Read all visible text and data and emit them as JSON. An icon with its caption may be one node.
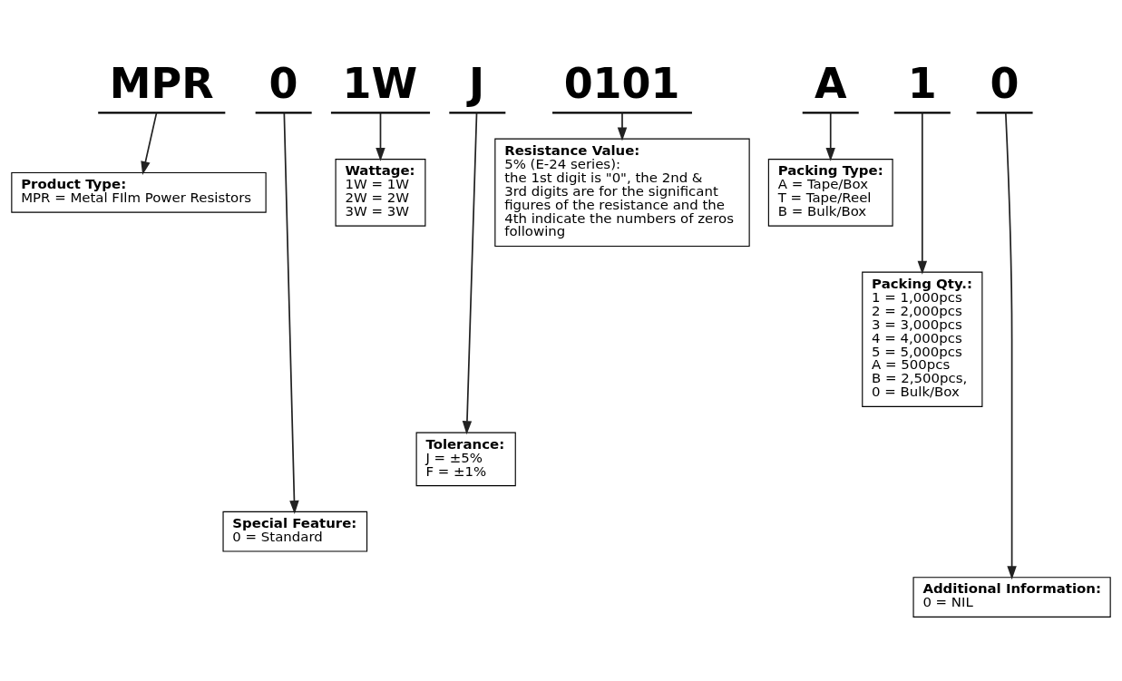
{
  "diagram": {
    "nodes": [
      {
        "text": [
          "MPR"
        ]
      },
      {
        "text": [
          "0"
        ]
      },
      {
        "text": [
          "1W"
        ]
      },
      {
        "text": [
          "J"
        ]
      },
      {
        "text": [
          "0101"
        ]
      },
      {
        "text": [
          "A"
        ]
      },
      {
        "text": [
          "1"
        ]
      },
      {
        "text": [
          "0"
        ]
      },
      {
        "text": [
          "Product Type:",
          "MPR = Metal FIlm Power Resistors"
        ]
      },
      {
        "text": [
          "Special Feature:",
          "0 = Standard"
        ]
      },
      {
        "text": [
          "Wattage:",
          "1W = 1W",
          "2W = 2W",
          "3W = 3W"
        ]
      },
      {
        "text": [
          "Tolerance:",
          "J = ±5%",
          "F = ±1%"
        ]
      },
      {
        "text": [
          "Resistance Value:",
          "5% (E-24 series):",
          "the 1st digit is \"0\", the 2nd & 3rd digits are for the significant figures of the resistance and the 4th indicate the numbers of zeros following"
        ]
      },
      {
        "text": [
          "Packing Type:",
          "A = Tape/Box",
          "T = Tape/Reel",
          "B = Bulk/Box"
        ]
      },
      {
        "text": [
          "Packing Qty.:",
          "1 = 1,000pcs",
          "2 = 2,000pcs",
          "3 = 3,000pcs",
          "4 = 4,000pcs",
          "5 = 5,000pcs",
          "A = 500pcs",
          "B = 2,500pcs,",
          "0 = Bulk/Box"
        ]
      },
      {
        "text": [
          "Additional Information:",
          "0 = NIL"
        ]
      }
    ],
    "edges": [
      {
        "from": 0,
        "to": 8,
        "arrow": "to"
      },
      {
        "from": 1,
        "to": 9,
        "arrow": "to"
      },
      {
        "from": 2,
        "to": 10,
        "arrow": "to"
      },
      {
        "from": 3,
        "to": 11,
        "arrow": "to"
      },
      {
        "from": 4,
        "to": 12,
        "arrow": "to"
      },
      {
        "from": 5,
        "to": 13,
        "arrow": "to"
      },
      {
        "from": 6,
        "to": 14,
        "arrow": "to"
      },
      {
        "from": 7,
        "to": 15,
        "arrow": "to"
      }
    ]
  }
}
